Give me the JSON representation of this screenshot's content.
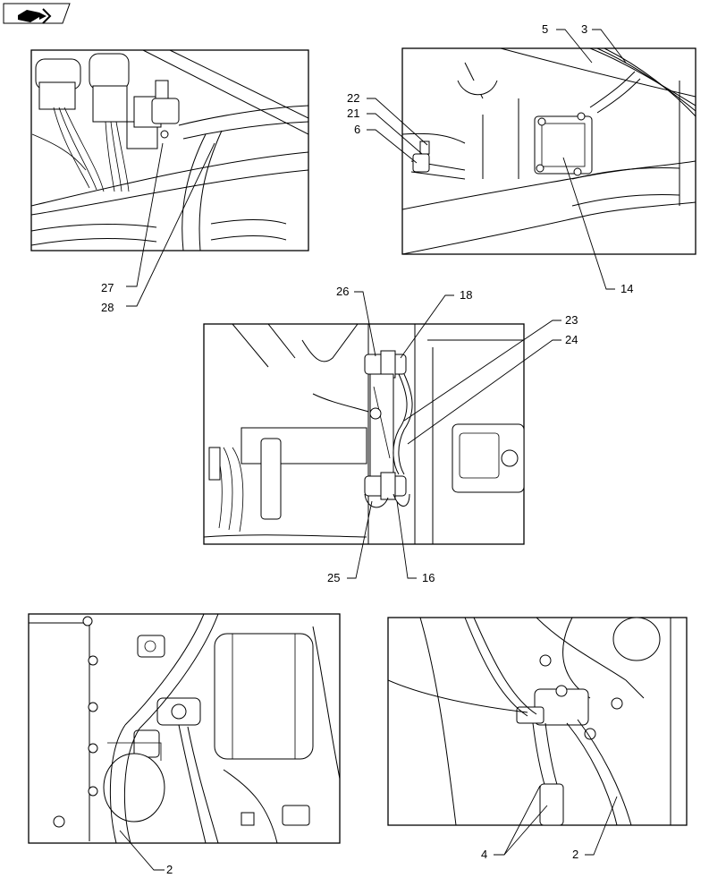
{
  "nav_icon": "book-arrow-icon",
  "panels": [
    {
      "id": "top-left",
      "callouts": [
        "27",
        "28"
      ]
    },
    {
      "id": "top-right",
      "callouts": [
        "5",
        "3",
        "22",
        "21",
        "6",
        "14"
      ]
    },
    {
      "id": "middle",
      "callouts": [
        "26",
        "18",
        "23",
        "24",
        "25",
        "16"
      ]
    },
    {
      "id": "bottom-left",
      "callouts": [
        "2"
      ]
    },
    {
      "id": "bottom-right",
      "callouts": [
        "4",
        "2"
      ]
    }
  ]
}
